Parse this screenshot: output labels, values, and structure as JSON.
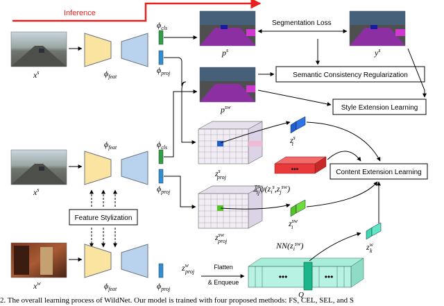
{
  "inference_label": "Inference",
  "labels": {
    "x_s": "x",
    "x_s_sup": "s",
    "x_w": "x",
    "x_w_sup": "w",
    "phi_feat": "ϕ",
    "phi_feat_sub": "feat",
    "phi_cls": "ϕ",
    "phi_cls_sub": "cls",
    "phi_proj": "ϕ",
    "phi_proj_sub": "proj",
    "p_s": "p",
    "p_s_sup": "s",
    "p_sw": "p",
    "p_sw_sup": "sw",
    "y_s": "y",
    "y_s_sup": "s",
    "z_s_proj": "z",
    "z_s_proj_sup": "s",
    "z_s_proj_sub": "proj",
    "z_sw_proj": "z",
    "z_sw_proj_sup": "sw",
    "z_sw_proj_sub": "proj",
    "z_w_proj": "z",
    "z_w_proj_sup": "w",
    "z_w_proj_sub": "proj",
    "z_i_s": "z",
    "z_i_s_sup": "s",
    "z_i_s_sub": "i",
    "z_i_sw": "z",
    "z_i_sw_sup": "sw",
    "z_i_sw_sub": "i",
    "z_k_w": "z",
    "z_k_w_sup": "w",
    "z_k_w_sub": "k",
    "indicator": "𝟙",
    "indicator_sup": "s",
    "indicator_sub": "ij",
    "indicator_rest": "ψ(z",
    "nn": "NN(z",
    "Q": "Q",
    "dots": "•••"
  },
  "boxes": {
    "segmentation_loss": "Segmentation Loss",
    "semantic_consistency": "Semantic Consistency Regularization",
    "style_extension": "Style Extension Learning",
    "content_extension": "Content Extension Learning",
    "feature_stylization": "Feature Stylization"
  },
  "flatten_line1": "Flatten",
  "flatten_line2": "& Enqueue",
  "caption": "2. The overall learning process of WildNet. Our model is trained with four proposed methods: FS, CEL, SEL, and S",
  "colors": {
    "encoder": "#fbe3a0",
    "decoder": "#b9d3ee",
    "cls_bar": "#2e9f43",
    "proj_bar": "#2f8fd6",
    "z_s_vec": "#1f5fd1",
    "z_sw_vec": "#52c424",
    "z_w_vec": "#3fd6b0",
    "neg_vec": "#e83a3a",
    "queue": "#b7f2e3",
    "grid": "#f1ecf5",
    "inference_line": "#e8201e"
  }
}
